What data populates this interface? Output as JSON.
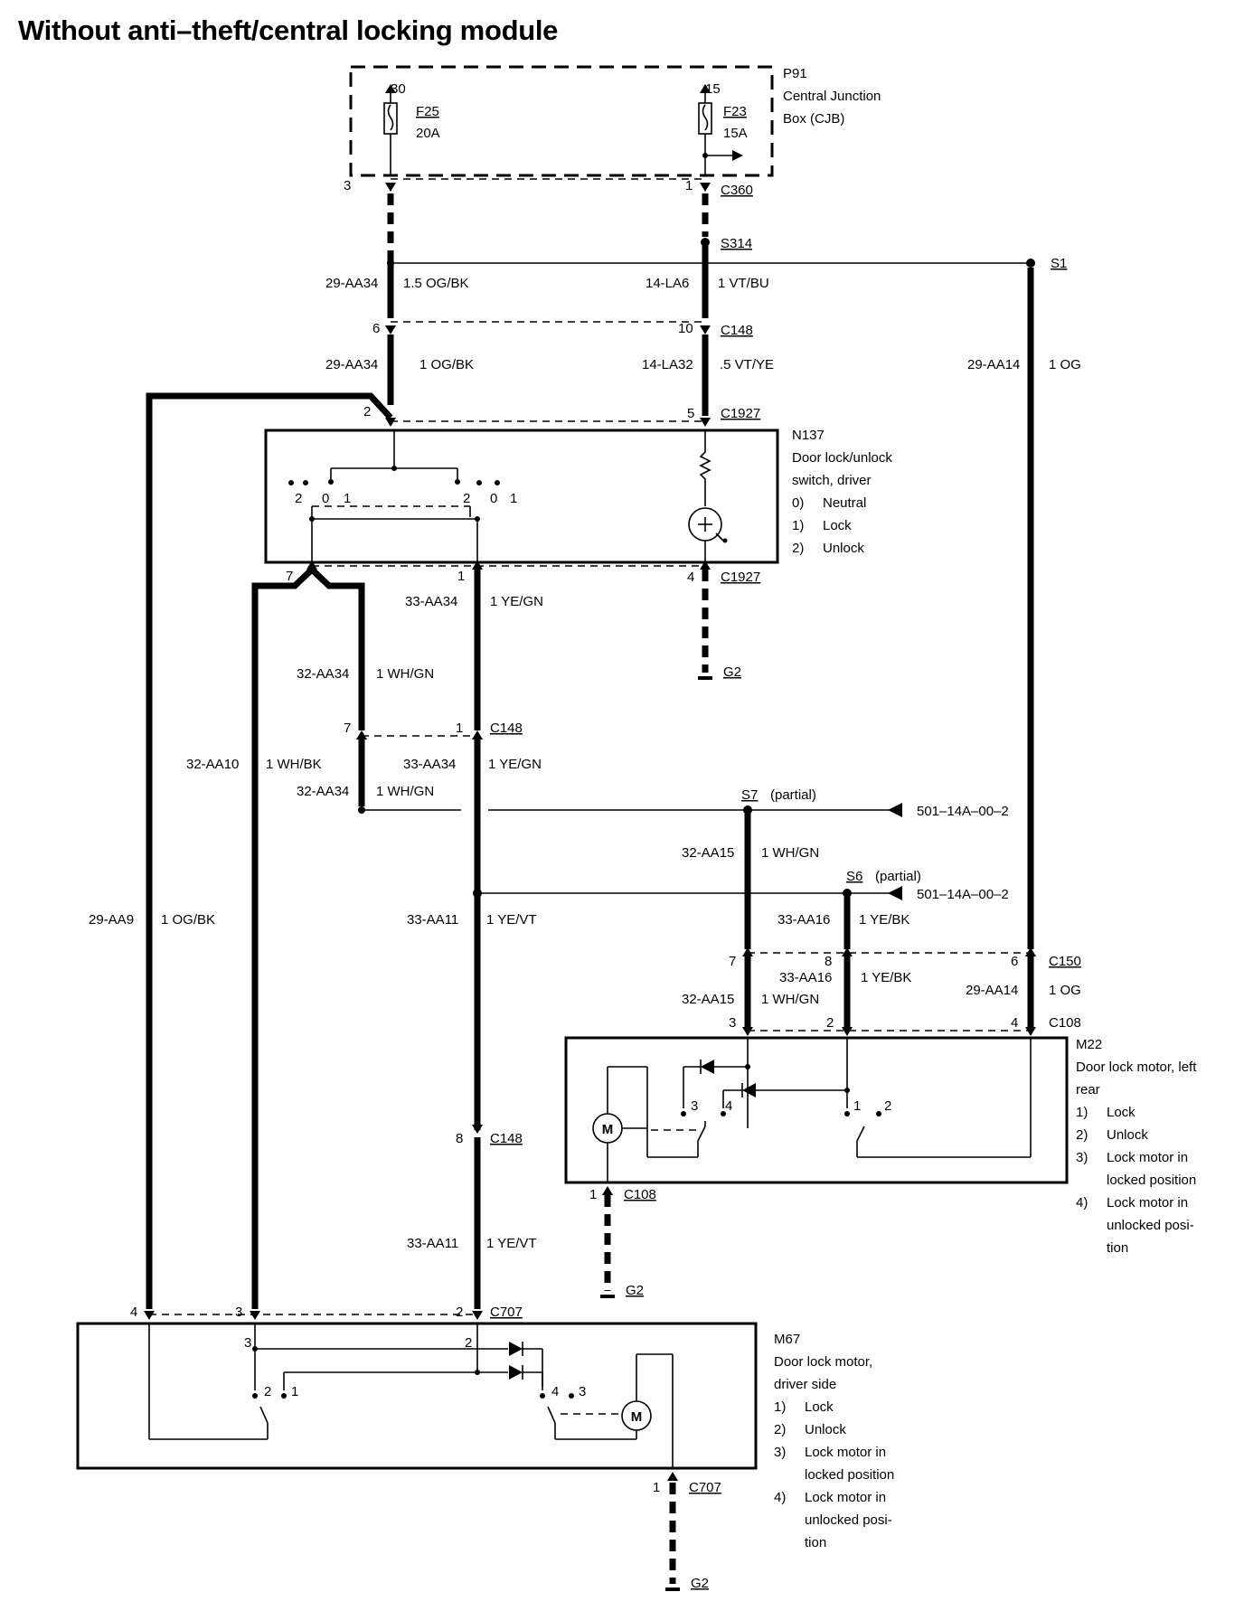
{
  "title": "Without anti–theft/central locking module",
  "components": {
    "p91": {
      "id": "P91",
      "name_lines": [
        "Central Junction",
        "Box (CJB)"
      ],
      "pin_a": "30",
      "pin_b": "15",
      "fuse_a": {
        "id": "F25",
        "rating": "20A"
      },
      "fuse_b": {
        "id": "F23",
        "rating": "15A"
      }
    },
    "n137": {
      "id": "N137",
      "name_lines": [
        "Door lock/unlock",
        "switch, driver"
      ],
      "states": [
        {
          "n": "0)",
          "t": "Neutral"
        },
        {
          "n": "1)",
          "t": "Lock"
        },
        {
          "n": "2)",
          "t": "Unlock"
        }
      ],
      "switch_labels": [
        "2",
        "0",
        "1",
        "2",
        "0",
        "1"
      ]
    },
    "m22": {
      "id": "M22",
      "name_lines": [
        "Door lock motor, left",
        "rear"
      ],
      "states": [
        {
          "n": "1)",
          "t": [
            "Lock"
          ]
        },
        {
          "n": "2)",
          "t": [
            "Unlock"
          ]
        },
        {
          "n": "3)",
          "t": [
            "Lock motor in",
            "locked position"
          ]
        },
        {
          "n": "4)",
          "t": [
            "Lock motor in",
            "unlocked posi-",
            "tion"
          ]
        }
      ],
      "internal_labels": [
        "3",
        "4",
        "1",
        "2"
      ]
    },
    "m67": {
      "id": "M67",
      "name_lines": [
        "Door lock motor,",
        "driver side"
      ],
      "states": [
        {
          "n": "1)",
          "t": [
            "Lock"
          ]
        },
        {
          "n": "2)",
          "t": [
            "Unlock"
          ]
        },
        {
          "n": "3)",
          "t": [
            "Lock motor in",
            "locked position"
          ]
        },
        {
          "n": "4)",
          "t": [
            "Lock motor in",
            "unlocked posi-",
            "tion"
          ]
        }
      ],
      "internal_labels": [
        "3",
        "2",
        "2",
        "1",
        "4",
        "3"
      ]
    }
  },
  "connectors": {
    "c360": "C360",
    "s314": "S314",
    "s1": "S1",
    "c148": "C148",
    "c1927": "C1927",
    "g2": "G2",
    "s7": "S7",
    "s6": "S6",
    "partial": "(partial)",
    "c150": "C150",
    "c108": "C108",
    "c707": "C707",
    "ref": "501–14A–00–2"
  },
  "pins": {
    "c360_a": "3",
    "c360_b": "1",
    "c148_a": "6",
    "c148_b": "10",
    "c1927_a": "2",
    "c1927_b": "5",
    "c1927_c": "7",
    "c1927_d": "1",
    "c1927_e": "4",
    "c148_c": "7",
    "c148_d": "1",
    "c148_e": "8",
    "c150_a": "7",
    "c150_b": "8",
    "c150_c": "6",
    "c108_a": "3",
    "c108_b": "2",
    "c108_c": "4",
    "c108_d": "1",
    "c707_a": "4",
    "c707_b": "3",
    "c707_c": "2",
    "c707_d": "1"
  },
  "wires": {
    "w1": {
      "circuit": "29-AA34",
      "spec": "1.5 OG/BK"
    },
    "w2": {
      "circuit": "14-LA6",
      "spec": "1 VT/BU"
    },
    "w3": {
      "circuit": "29-AA34",
      "spec": "1 OG/BK"
    },
    "w4": {
      "circuit": "14-LA32",
      "spec": ".5 VT/YE"
    },
    "w5": {
      "circuit": "29-AA14",
      "spec": "1 OG"
    },
    "w6": {
      "circuit": "33-AA34",
      "spec": "1 YE/GN"
    },
    "w7": {
      "circuit": "32-AA34",
      "spec": "1 WH/GN"
    },
    "w8": {
      "circuit": "32-AA10",
      "spec": "1 WH/BK"
    },
    "w9": {
      "circuit": "33-AA34",
      "spec": "1 YE/GN"
    },
    "w10": {
      "circuit": "32-AA34",
      "spec": "1 WH/GN"
    },
    "w11": {
      "circuit": "32-AA15",
      "spec": "1 WH/GN"
    },
    "w12": {
      "circuit": "29-AA9",
      "spec": "1 OG/BK"
    },
    "w13": {
      "circuit": "33-AA11",
      "spec": "1 YE/VT"
    },
    "w14": {
      "circuit": "33-AA16",
      "spec": "1 YE/BK"
    },
    "w15": {
      "circuit": "33-AA16",
      "spec": "1 YE/BK"
    },
    "w16": {
      "circuit": "29-AA14",
      "spec": "1 OG"
    },
    "w17": {
      "circuit": "32-AA15",
      "spec": "1 WH/GN"
    },
    "w18": {
      "circuit": "33-AA11",
      "spec": "1 YE/VT"
    }
  },
  "motor_symbol": "M"
}
